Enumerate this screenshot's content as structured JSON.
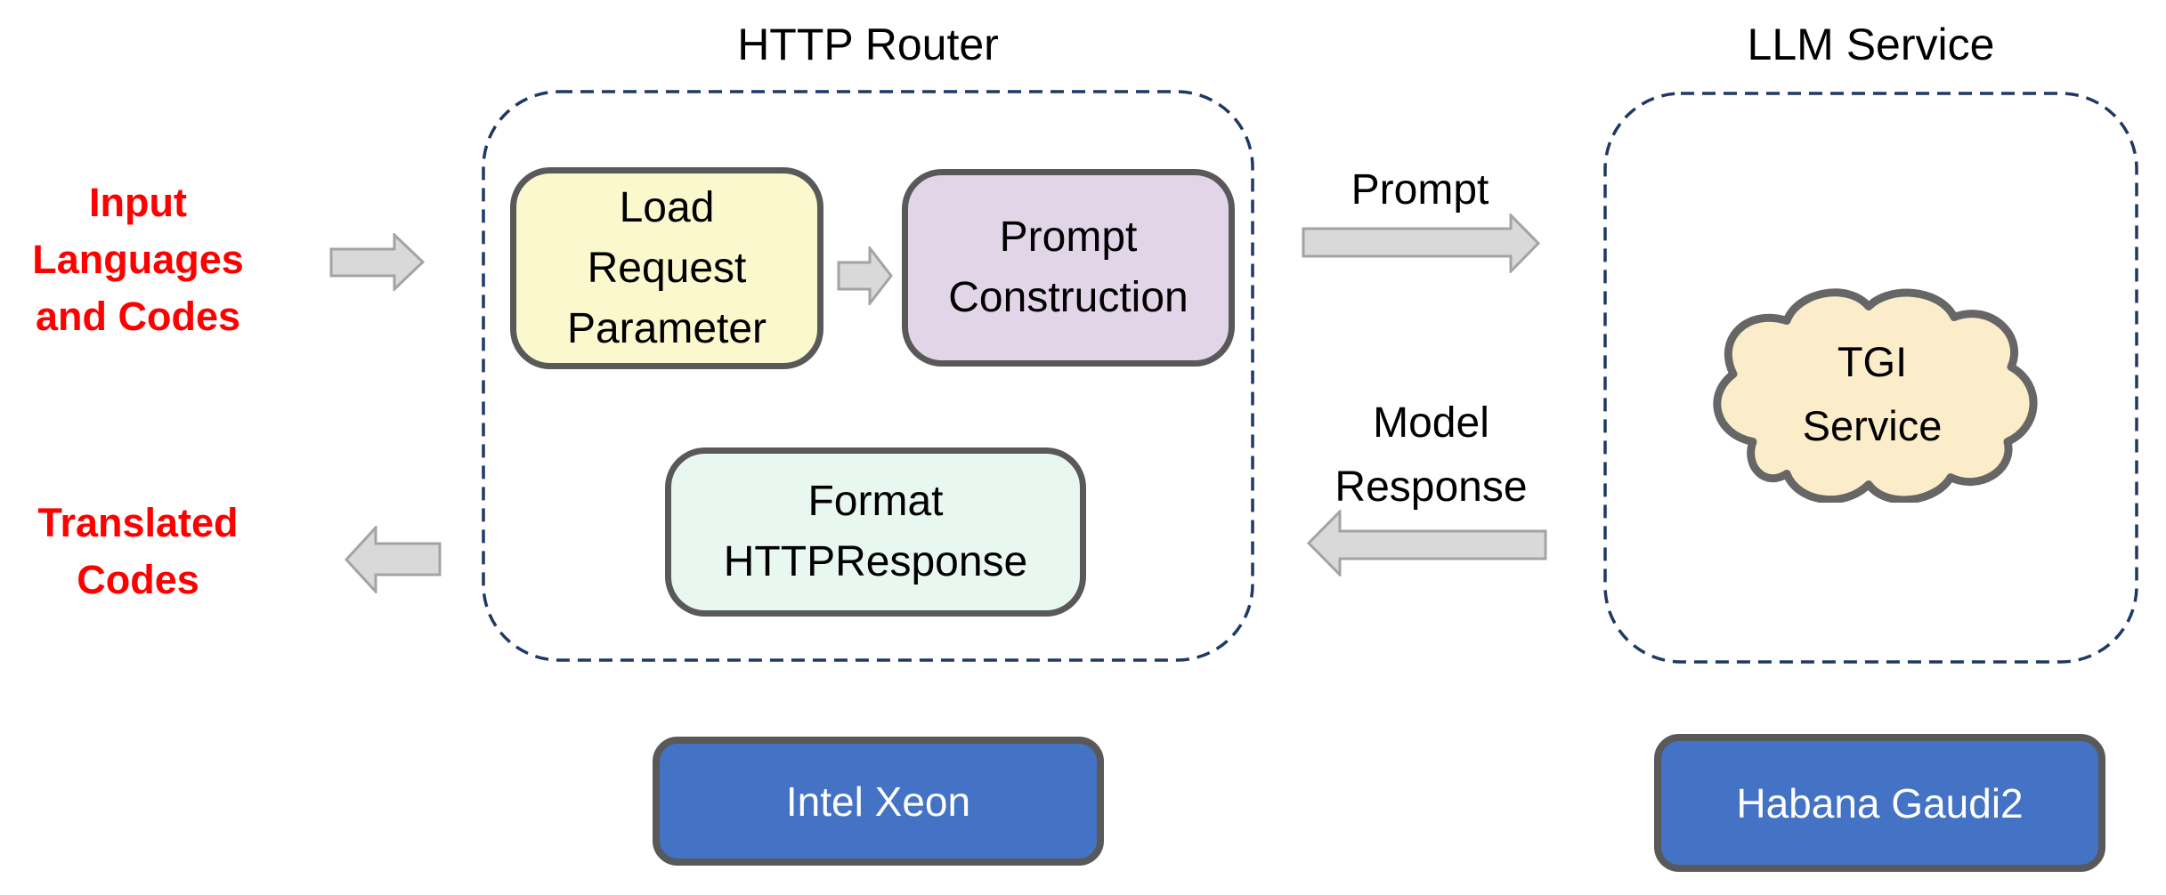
{
  "diagram": {
    "io_labels": {
      "input": "Input\nLanguages\nand Codes",
      "translated": "Translated\nCodes"
    },
    "flow_labels": {
      "prompt": "Prompt",
      "model_response": "Model\nResponse"
    },
    "http_router": {
      "title": "HTTP Router",
      "nodes": {
        "load_request_parameter": "Load\nRequest\nParameter",
        "prompt_construction": "Prompt\nConstruction",
        "format_http_response": "Format\nHTTPResponse"
      }
    },
    "llm_service": {
      "title": "LLM Service",
      "cloud": "TGI\nService"
    },
    "hardware": {
      "cpu": "Intel Xeon",
      "accelerator": "Habana Gaudi2"
    },
    "colors": {
      "label_red": "#ff0000",
      "dashed_border_navy": "#1f3864",
      "node_border_gray": "#595959",
      "node_yellow": "#fbf8cd",
      "node_purple": "#e3d5e8",
      "node_mint": "#e9f7f1",
      "cloud_tan": "#fbedca",
      "cloud_border": "#666666",
      "hardware_blue": "#4472c4",
      "arrow_fill": "#d9d9d9",
      "arrow_border": "#a3a3a3"
    }
  }
}
